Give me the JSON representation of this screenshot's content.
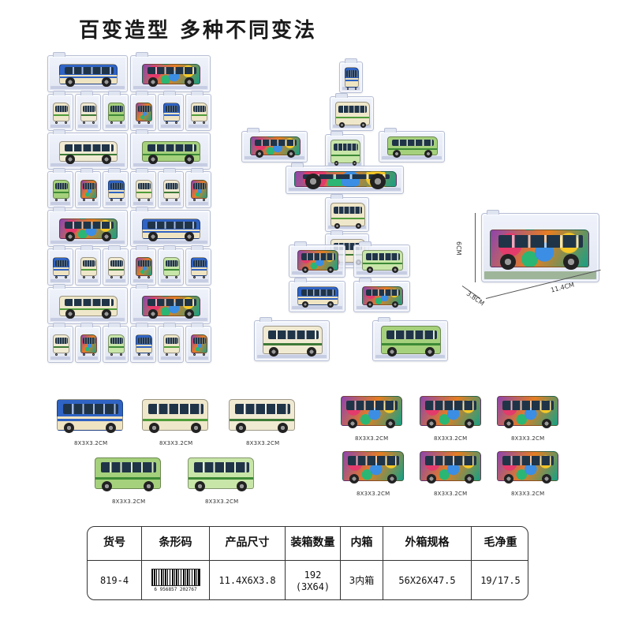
{
  "title": "百变造型 多种不同变法",
  "dimensions": {
    "height": "6CM",
    "length": "11.4CM",
    "depth": "3.8CM"
  },
  "bus_size_label": "8X3X3.2CM",
  "plain_buses": [
    {
      "label": "8X3X3.2CM",
      "body_color": "#2f63c4",
      "lower_color": "#efe4c2",
      "stripe_color": "#2f63c4"
    },
    {
      "label": "8X3X3.2CM",
      "body_color": "#efe7c9",
      "lower_color": "#efe7c9",
      "stripe_color": "#4f9d3a"
    },
    {
      "label": "8X3X3.2CM",
      "body_color": "#f1ead2",
      "lower_color": "#f1ead2",
      "stripe_color": "#3d7a37"
    },
    {
      "label": "8X3X3.2CM",
      "body_color": "#a6d17c",
      "lower_color": "#a6d17c",
      "stripe_color": "#3d8a36"
    },
    {
      "label": "8X3X3.2CM",
      "body_color": "#c8e6a8",
      "lower_color": "#c8e6a8",
      "stripe_color": "#3d8a36"
    }
  ],
  "graffiti_buses": [
    {
      "label": "8X3X3.2CM"
    },
    {
      "label": "8X3X3.2CM"
    },
    {
      "label": "8X3X3.2CM"
    },
    {
      "label": "8X3X3.2CM"
    },
    {
      "label": "8X3X3.2CM"
    },
    {
      "label": "8X3X3.2CM"
    }
  ],
  "spec_table": {
    "headers": [
      "货号",
      "条形码",
      "产品尺寸",
      "装箱数量",
      "内箱",
      "外箱规格",
      "毛净重"
    ],
    "values": {
      "item_no": "819-4",
      "barcode": "6 956857 202767",
      "product_size": "11.4X6X3.8",
      "qty_line1": "192",
      "qty_line2": "(3X64)",
      "inner_box": "3内箱",
      "outer_box": "56X26X47.5",
      "weight": "19/17.5"
    }
  },
  "colors": {
    "acrylic_edge": "#b7bfd6",
    "table_border": "#333333"
  }
}
